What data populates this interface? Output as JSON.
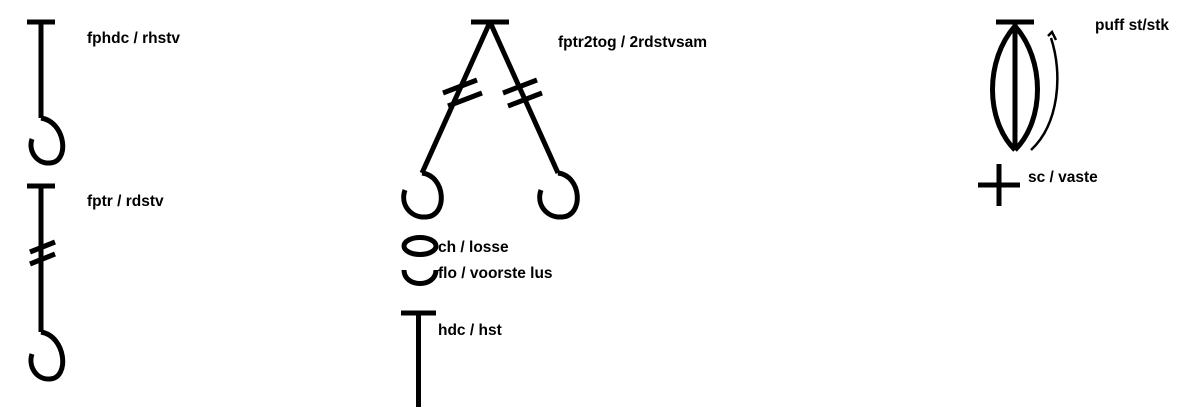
{
  "legend": {
    "fphdc": {
      "label": "fphdc / rhstv",
      "icon": "front-post-half-double-crochet-symbol"
    },
    "fptr": {
      "label": "fptr / rdstv",
      "icon": "front-post-treble-symbol"
    },
    "fptr2tog": {
      "label": "fptr2tog / 2rdstvsam",
      "icon": "front-post-treble-2-together-symbol"
    },
    "ch": {
      "label": "ch / losse",
      "icon": "chain-symbol"
    },
    "flo": {
      "label": "flo / voorste lus",
      "icon": "front-loop-only-symbol"
    },
    "hdc": {
      "label": "hdc / hst",
      "icon": "half-double-crochet-symbol"
    },
    "puff": {
      "label": "puff st/stk",
      "icon": "puff-stitch-symbol"
    },
    "sc": {
      "label": "sc / vaste",
      "icon": "single-crochet-symbol"
    }
  },
  "colors": {
    "ink": "#000000",
    "background": "#ffffff"
  }
}
